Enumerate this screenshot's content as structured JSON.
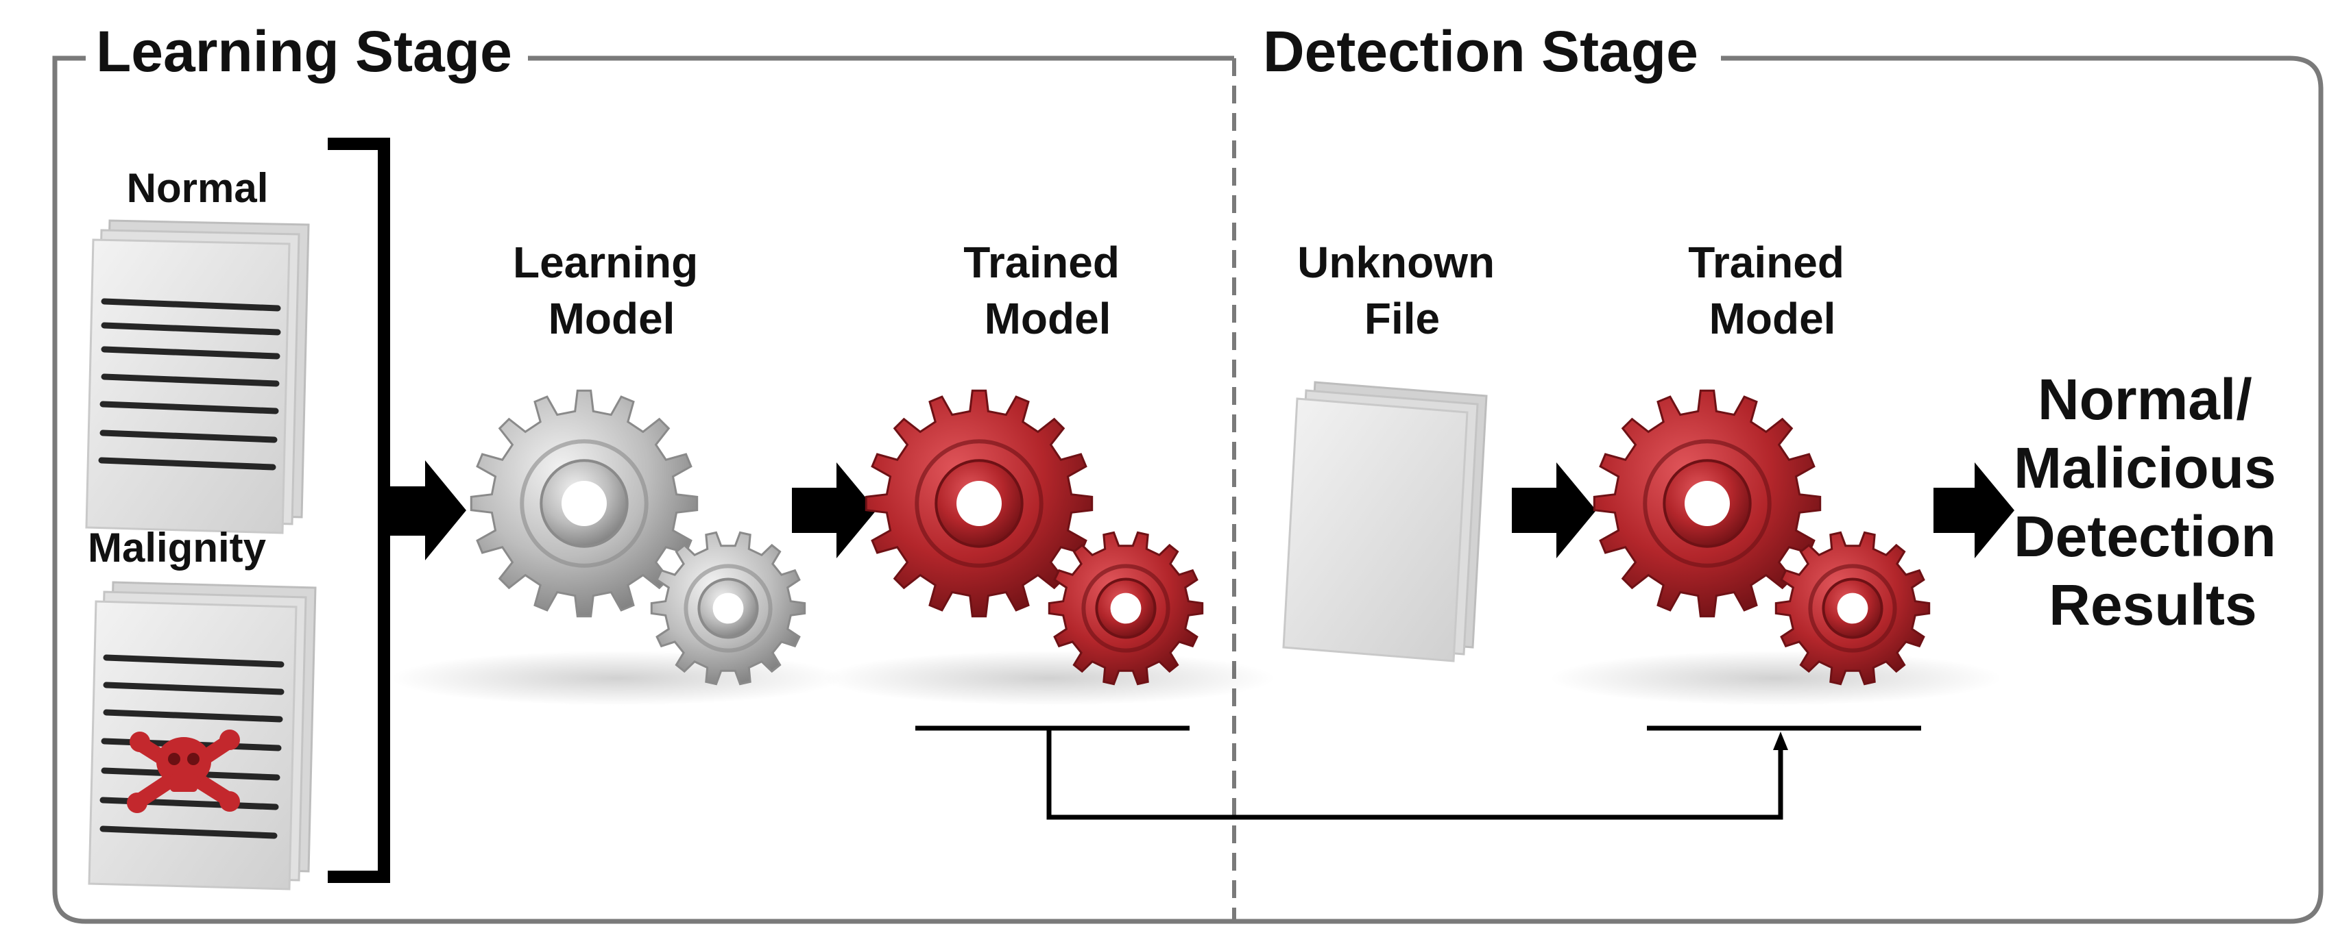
{
  "stages": {
    "learning": {
      "title": "Learning Stage"
    },
    "detection": {
      "title": "Detection Stage"
    }
  },
  "learning": {
    "normal_doc_label": "Normal",
    "malignity_doc_label": "Malignity",
    "learning_model_label": [
      "Learning",
      "Model"
    ],
    "trained_model_label": [
      "Trained",
      "Model"
    ]
  },
  "detection": {
    "unknown_file_label": [
      "Unknown",
      "File"
    ],
    "trained_model_label": [
      "Trained",
      "Model"
    ],
    "result_label": [
      "Normal/",
      "Malicious",
      "Detection",
      "Results"
    ]
  },
  "icons": {
    "document": "document-stack-icon",
    "malicious_document": "skull-crossbones-document-icon",
    "gear": "gear-pair-icon",
    "arrow": "right-arrow-icon"
  },
  "colors": {
    "frame": "#7a7a7a",
    "gray_gear": "#b9b9b9",
    "red_gear": "#b3262b",
    "arrow": "#000000",
    "document": "#e6e6e6",
    "skull": "#c3282d"
  }
}
